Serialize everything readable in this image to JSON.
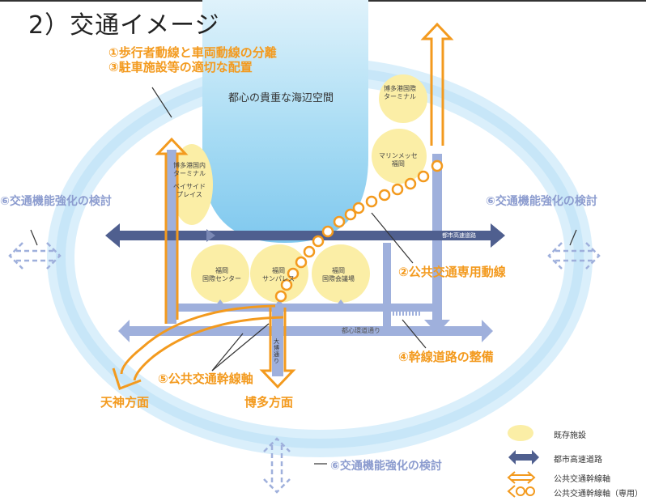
{
  "title": "2）交通イメージ",
  "headline": {
    "line1": "①歩行者動線と車両動線の分離",
    "line2": "③駐車施設等の適切な配置"
  },
  "sea_label": "都心の貴重な海辺空間",
  "facilities": {
    "hakata_intl_terminal": "博多港国際\nターミナル",
    "hakata_domestic_terminal": "博多港国内\nターミナル",
    "bayside_place": "ベイサイド\nプレイス",
    "marine_messe": "マリンメッセ\n福岡",
    "intl_center": "福岡\n国際センター",
    "sunpalace": "福岡\nサンパレス",
    "congress": "福岡\n国際会議場"
  },
  "roads": {
    "expressway": "都市高速道路",
    "lower_road": "都心環道通り",
    "vertical_road": "大博通り"
  },
  "labels": {
    "enhance_left": "⑥交通機能強化の検討",
    "enhance_right": "⑥交通機能強化の検討",
    "enhance_bottom": "⑥交通機能強化の検討",
    "public_transit_lane": "②公共交通専用動線",
    "trunk_road": "④幹線道路の整備",
    "transit_axis": "⑤公共交通幹線軸",
    "tenjin": "天神方面",
    "hakata": "博多方面"
  },
  "legend": {
    "existing": "既存施設",
    "expressway": "都市高速道路",
    "transit_axis": "公共交通幹線軸",
    "transit_axis_dedicated": "公共交通幹線軸（専用）"
  },
  "colors": {
    "orange": "#f39a1e",
    "road_blue": "#9fb0dc",
    "expressway": "#4f5f8f",
    "facility": "#fbeea6",
    "sea": "#9fd6f2"
  }
}
